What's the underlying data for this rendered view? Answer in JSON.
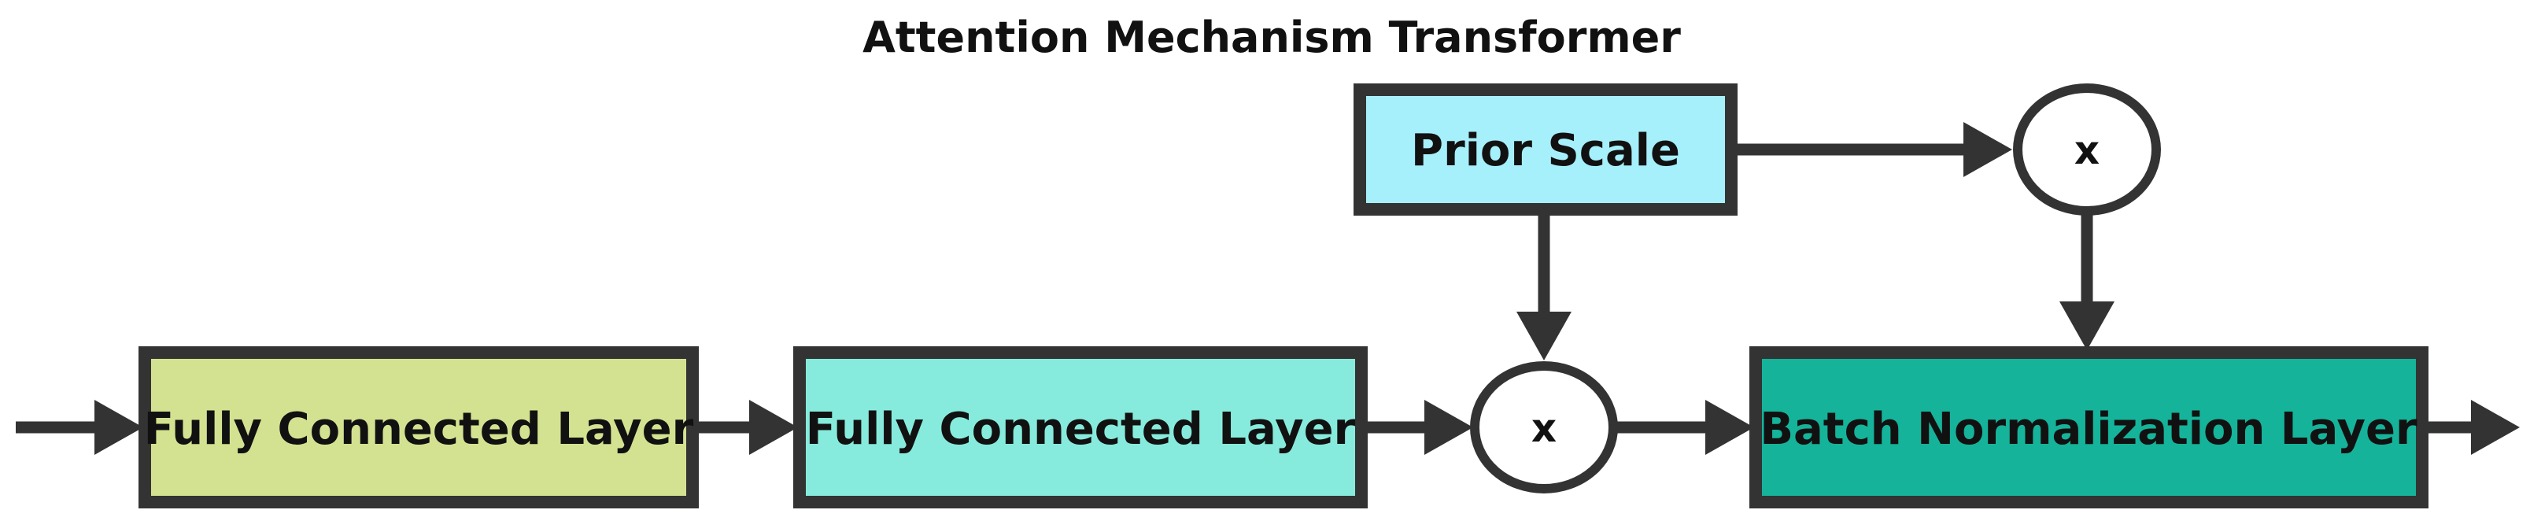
{
  "diagram": {
    "title": "Attention Mechanism Transformer",
    "nodes": {
      "fc1": {
        "label": "Fully Connected Layer",
        "fill": "#d3e290"
      },
      "fc2": {
        "label": "Fully Connected Layer",
        "fill": "#86ebdc"
      },
      "mul1": {
        "label": "x"
      },
      "prior": {
        "label": "Prior Scale",
        "fill": "#a6f0fc"
      },
      "mul2": {
        "label": "x"
      },
      "bn": {
        "label": "Batch Normalization Layer",
        "fill": "#15b39a"
      }
    },
    "edges": [
      {
        "from": "input",
        "to": "fc1"
      },
      {
        "from": "fc1",
        "to": "fc2"
      },
      {
        "from": "fc2",
        "to": "mul1"
      },
      {
        "from": "prior",
        "to": "mul1"
      },
      {
        "from": "prior",
        "to": "mul2"
      },
      {
        "from": "mul1",
        "to": "bn"
      },
      {
        "from": "mul2",
        "to": "bn"
      },
      {
        "from": "bn",
        "to": "output"
      }
    ],
    "colors": {
      "stroke": "#333333",
      "background": "#ffffff"
    }
  }
}
